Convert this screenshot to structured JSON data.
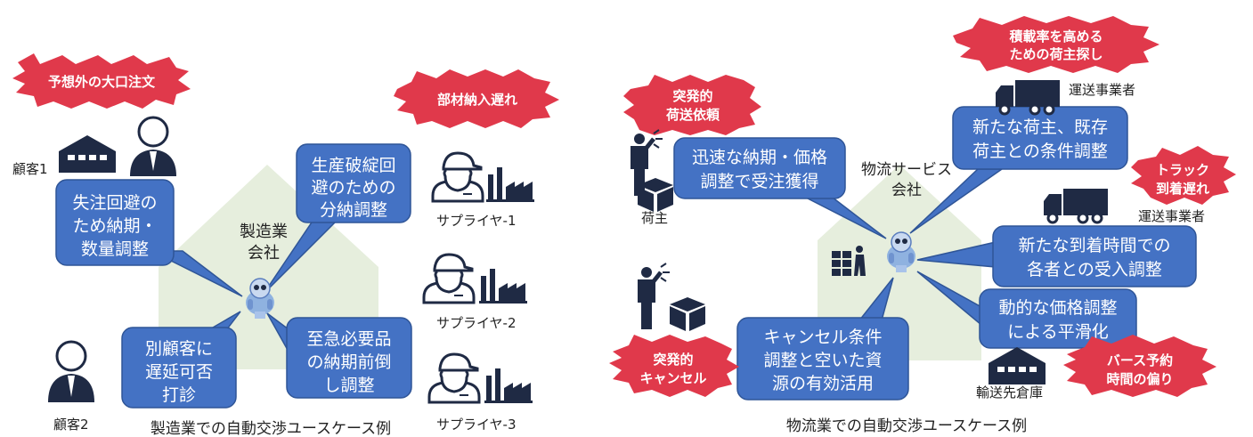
{
  "left": {
    "caption": "製造業での自動交渉ユースケース例",
    "company": [
      "製造業",
      "会社"
    ],
    "bursts": {
      "order": [
        "予想外の大口注文"
      ],
      "delay": [
        "部材納入遅れ"
      ]
    },
    "bubbles": {
      "b1": [
        "失注回避の",
        "ため納期・",
        "数量調整"
      ],
      "b2": [
        "生産破綻回",
        "避のための",
        "分納調整"
      ],
      "b3": [
        "別顧客に",
        "遅延可否",
        "打診"
      ],
      "b4": [
        "至急必要品",
        "の納期前倒",
        "し調整"
      ]
    },
    "labels": {
      "customer1": "顧客1",
      "customer2": "顧客2",
      "supplier1": "サプライヤ-1",
      "supplier2": "サプライヤ-2",
      "supplier3": "サプライヤ-3"
    }
  },
  "right": {
    "caption": "物流業での自動交渉ユースケース例",
    "company": [
      "物流サービス",
      "会社"
    ],
    "bursts": {
      "urgent": [
        "突発的",
        "荷送依頼"
      ],
      "cancel": [
        "突発的",
        "キャンセル"
      ],
      "load": [
        "積載率を高める",
        "ための荷主探し"
      ],
      "truck": [
        "トラック",
        "到着遅れ"
      ],
      "berth": [
        "バース予約",
        "時間の偏り"
      ]
    },
    "bubbles": {
      "b1": [
        "迅速な納期・価格",
        "調整で受注獲得"
      ],
      "b2": [
        "新たな荷主、既存",
        "荷主との条件調整"
      ],
      "b3": [
        "新たな到着時間での",
        "各者との受入調整"
      ],
      "b4": [
        "動的な価格調整",
        "による平滑化"
      ],
      "b5": [
        "キャンセル条件",
        "調整と空いた資",
        "源の有効活用"
      ]
    },
    "labels": {
      "shipper": "荷主",
      "carrier1": "運送事業者",
      "carrier2": "運送事業者",
      "warehouse": "輸送先倉庫"
    }
  },
  "colors": {
    "bubble": "#4472C4",
    "bubble_stroke": "#2F5597",
    "burst": "#E0394B",
    "house": "#E6EEDD",
    "icon": "#1F2A44"
  }
}
